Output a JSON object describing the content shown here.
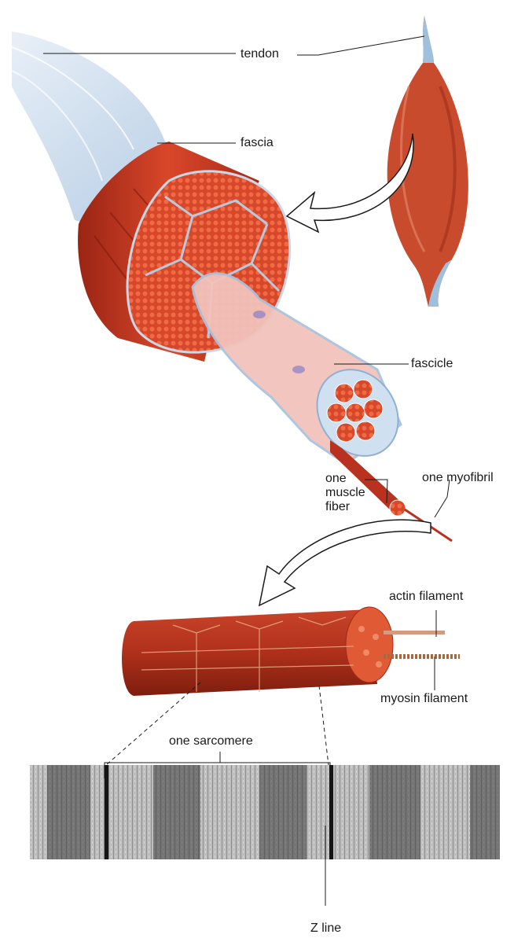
{
  "labels": {
    "tendon": "tendon",
    "fascia": "fascia",
    "fascicle": "fascicle",
    "muscle_fiber": "one muscle fiber",
    "myofibril": "one myofibril",
    "actin": "actin filament",
    "myosin": "myosin filament",
    "sarcomere": "one sarcomere",
    "z_line": "Z line"
  },
  "colors": {
    "muscle_dark": "#b8321f",
    "muscle_mid": "#d9462a",
    "muscle_light": "#e8714a",
    "fascia": "#b9cfe6",
    "outline": "#1a1a1a"
  },
  "icons": {
    "arrow_1": "curved-arrow-icon",
    "arrow_2": "curved-arrow-icon"
  }
}
